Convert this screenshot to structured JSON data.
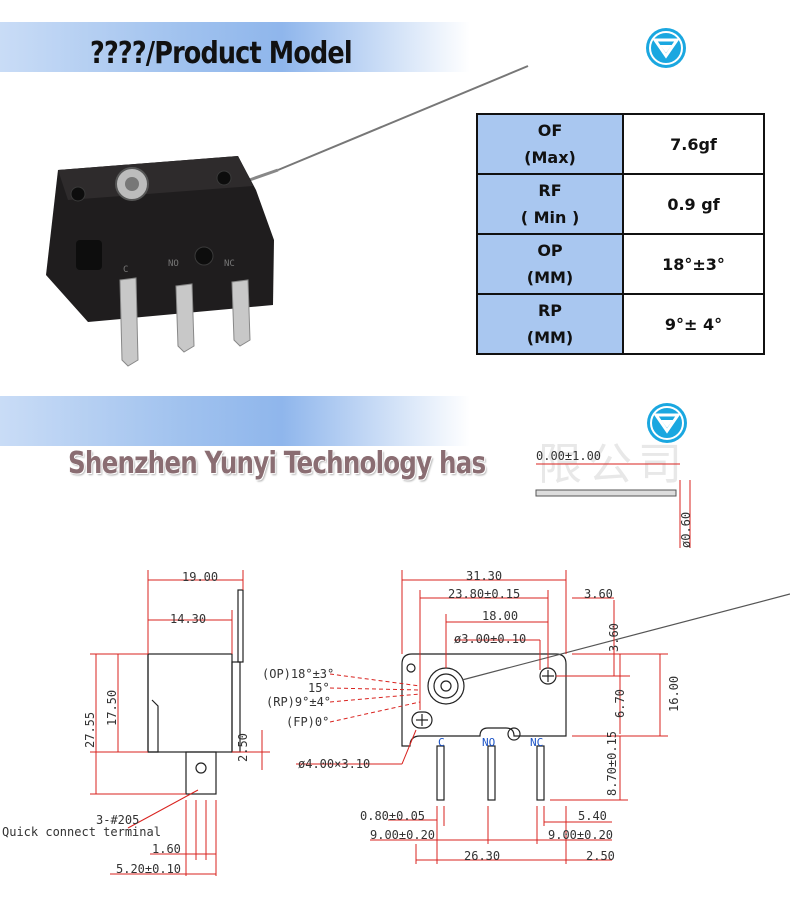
{
  "header": {
    "title": "????/Product Model"
  },
  "spec_table": {
    "rows": [
      {
        "key_line1": "OF",
        "key_line2": "(Max)",
        "value": "7.6gf"
      },
      {
        "key_line1": "RF",
        "key_line2": "( Min )",
        "value": "0.9 gf"
      },
      {
        "key_line1": "OP",
        "key_line2": "(MM)",
        "value": "18°±3°"
      },
      {
        "key_line1": "RP",
        "key_line2": "(MM)",
        "value": "9°± 4°"
      }
    ]
  },
  "section2": {
    "overlay_text": "Shenzhen Yunyi Technology has",
    "watermark": "限公司"
  },
  "drawing": {
    "wire_dim": "0.00±1.00",
    "wire_dia": "ø0.60",
    "side_view": {
      "width_total": "19.00",
      "width_body": "14.30",
      "height_total": "27.55",
      "height_body": "17.50",
      "term_offset": "2.50",
      "terminal_note_1": "3-#205",
      "terminal_note_2": "Quick connect terminal",
      "term_width": "1.60",
      "term_len": "5.20±0.10"
    },
    "front_view": {
      "length_total": "31.30",
      "hole_span": "23.80±0.15",
      "pin_span": "18.00",
      "right_offset": "3.60",
      "pivot_dia": "ø3.00±0.10",
      "vertical_360": "3.60",
      "vertical_670": "6.70",
      "height_1600": "16.00",
      "height_870": "8.70±0.15",
      "op": "(OP)18°±3°",
      "fifteen": "15°",
      "rp": "(RP)9°±4°",
      "fp": "(FP)0°",
      "mount_hole": "ø4.00×3.10",
      "pin_c": "C",
      "pin_no": "NO",
      "pin_nc": "NC",
      "pin_width": "0.80±0.05",
      "pitch_left": "9.00±0.20",
      "pitch_right": "9.00±0.20",
      "right_540": "5.40",
      "bottom_span": "26.30",
      "bottom_right": "2.50"
    }
  },
  "colors": {
    "accent": "#1aa7e0",
    "table_key_bg": "#a9c7f0",
    "dim_red": "#d9231f"
  }
}
